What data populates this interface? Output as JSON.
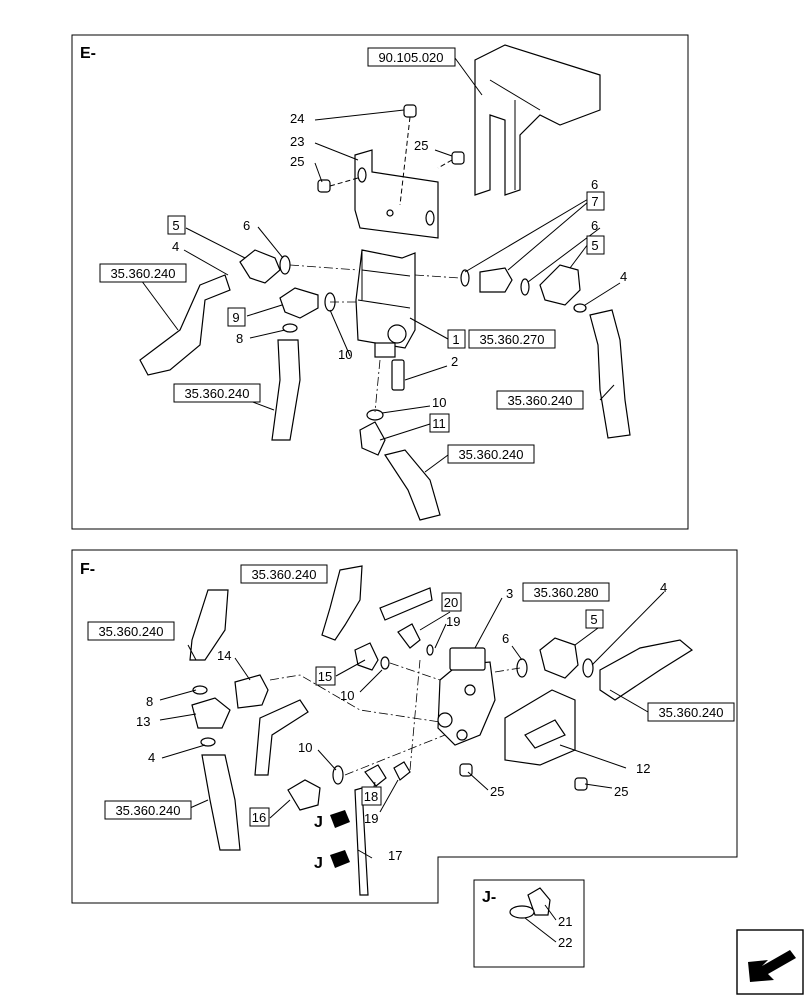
{
  "sections": {
    "E": "E-",
    "F": "F-",
    "J": "J-"
  },
  "refs": {
    "r_90105020": "90.105.020",
    "r_35360270": "35.360.270",
    "r_35360280": "35.360.280",
    "r_35360240": "35.360.240"
  },
  "boxed": {
    "b5": "5",
    "b7": "7",
    "b9": "9",
    "b1": "1",
    "b11": "11",
    "b20": "20",
    "b15": "15",
    "b16": "16",
    "b18": "18"
  },
  "callouts": {
    "n24": "24",
    "n23": "23",
    "n25": "25",
    "n6": "6",
    "n4": "4",
    "n8": "8",
    "n10": "10",
    "n2": "2",
    "n3": "3",
    "n19": "19",
    "n14": "14",
    "n13": "13",
    "n12": "12",
    "n17": "17",
    "n21": "21",
    "n22": "22"
  },
  "detail_marker": "J",
  "icons": {
    "nav": "arrow-back-icon"
  }
}
